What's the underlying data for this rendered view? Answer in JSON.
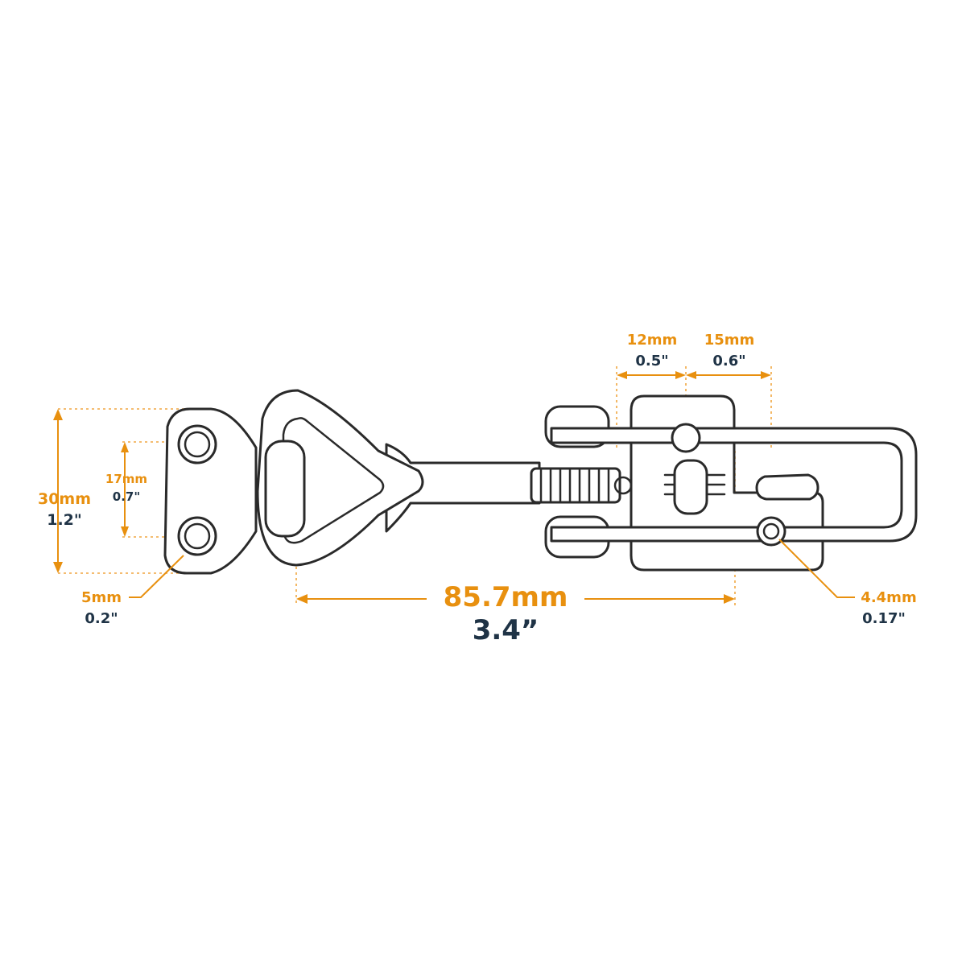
{
  "dimensions": {
    "height_total": {
      "metric": "30mm",
      "imperial": "1.2\""
    },
    "hole_spacing": {
      "metric": "17mm",
      "imperial": "0.7\""
    },
    "hole_diameter": {
      "metric": "5mm",
      "imperial": "0.2\""
    },
    "length_total": {
      "metric": "85.7mm",
      "imperial": "3.4”"
    },
    "offset_a": {
      "metric": "12mm",
      "imperial": "0.5\""
    },
    "offset_b": {
      "metric": "15mm",
      "imperial": "0.6\""
    },
    "slot_hole": {
      "metric": "4.4mm",
      "imperial": "0.17\""
    }
  },
  "colors": {
    "accent": "#e8900f",
    "text_dark": "#1f3346",
    "outline": "#2a2a2a",
    "background": "#ffffff"
  }
}
